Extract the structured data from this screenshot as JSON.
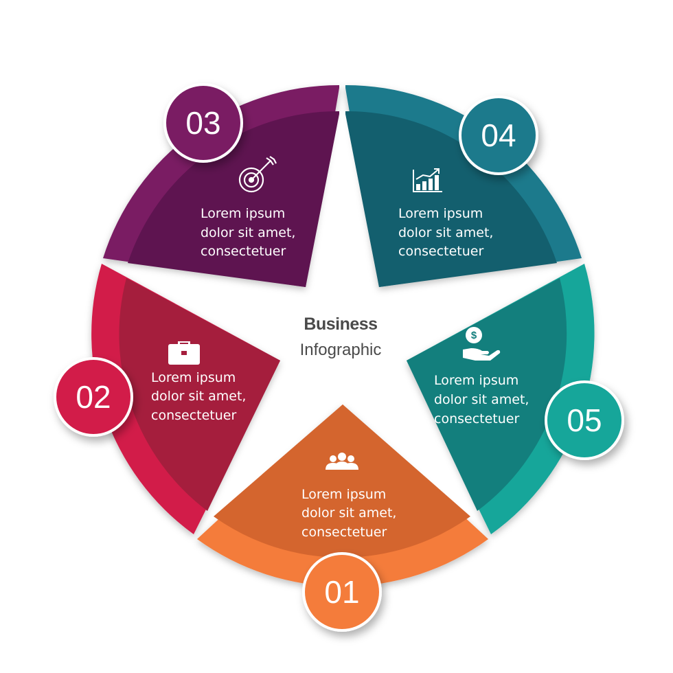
{
  "center": {
    "title": "Business",
    "subtitle": "Infographic"
  },
  "segments": [
    {
      "number": "01",
      "icon": "people-group-icon",
      "lines": [
        "Lorem ipsum",
        "dolor sit amet,",
        "consectetuer"
      ],
      "outer_color": "#f47b3a",
      "inner_color": "#d4652e"
    },
    {
      "number": "02",
      "icon": "briefcase-icon",
      "lines": [
        "Lorem ipsum",
        "dolor sit amet,",
        "consectetuer"
      ],
      "outer_color": "#d21f49",
      "inner_color": "#a51e3d"
    },
    {
      "number": "03",
      "icon": "target-arrow-icon",
      "lines": [
        "Lorem ipsum",
        "dolor sit amet,",
        "consectetuer"
      ],
      "outer_color": "#7a1e64",
      "inner_color": "#5e1450"
    },
    {
      "number": "04",
      "icon": "growth-chart-icon",
      "lines": [
        "Lorem ipsum",
        "dolor sit amet,",
        "consectetuer"
      ],
      "outer_color": "#1a7a8c",
      "inner_color": "#135f6e"
    },
    {
      "number": "05",
      "icon": "money-hand-icon",
      "lines": [
        "Lorem ipsum",
        "dolor sit amet,",
        "consectetuer"
      ],
      "outer_color": "#16a69a",
      "inner_color": "#137f7d"
    }
  ]
}
